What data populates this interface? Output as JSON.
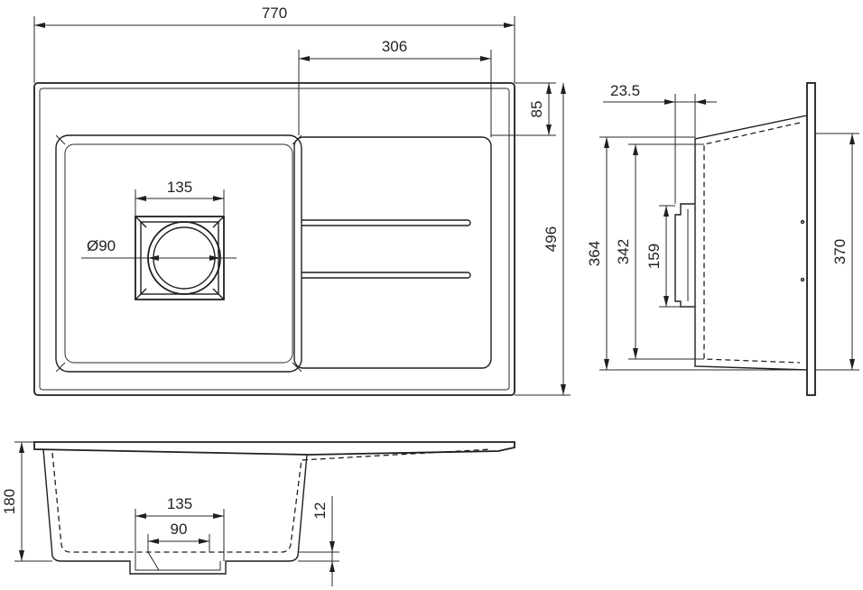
{
  "dimensions": {
    "overall_width": "770",
    "drainer_width": "306",
    "rim_offset": "85",
    "overall_depth": "496",
    "bowl_outlet_width_top": "135",
    "waste_diameter": "Ø90",
    "side_flange": "23.5",
    "side_depth_outer": "364",
    "side_depth_inner": "342",
    "side_overflow_height": "159",
    "side_total": "370",
    "front_height": "180",
    "front_outlet_width": "135",
    "front_outlet_inner": "90",
    "front_step": "12"
  }
}
